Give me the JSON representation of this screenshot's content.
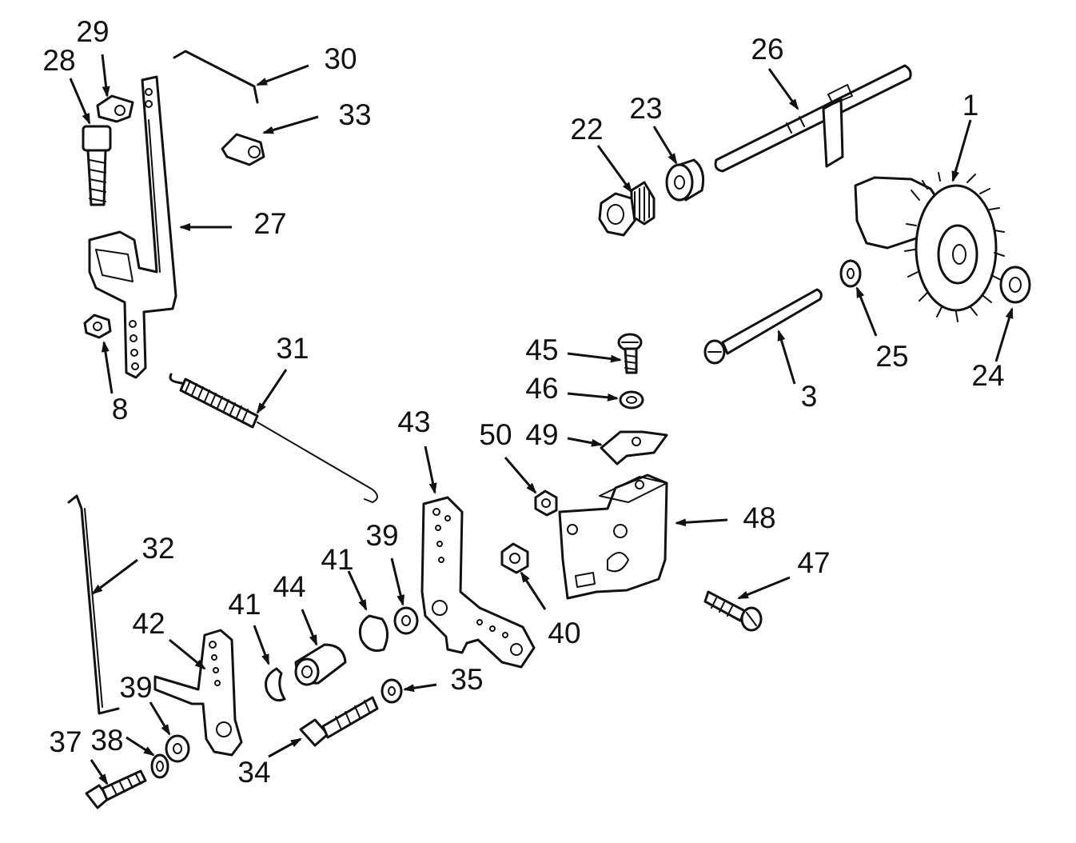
{
  "diagram": {
    "callouts": [
      {
        "id": "p1",
        "text": "1"
      },
      {
        "id": "p3",
        "text": "3"
      },
      {
        "id": "p8",
        "text": "8"
      },
      {
        "id": "p22",
        "text": "22"
      },
      {
        "id": "p23",
        "text": "23"
      },
      {
        "id": "p24",
        "text": "24"
      },
      {
        "id": "p25",
        "text": "25"
      },
      {
        "id": "p26",
        "text": "26"
      },
      {
        "id": "p27",
        "text": "27"
      },
      {
        "id": "p28",
        "text": "28"
      },
      {
        "id": "p29",
        "text": "29"
      },
      {
        "id": "p30",
        "text": "30"
      },
      {
        "id": "p31",
        "text": "31"
      },
      {
        "id": "p32",
        "text": "32"
      },
      {
        "id": "p33",
        "text": "33"
      },
      {
        "id": "p34",
        "text": "34"
      },
      {
        "id": "p35",
        "text": "35"
      },
      {
        "id": "p37",
        "text": "37"
      },
      {
        "id": "p38",
        "text": "38"
      },
      {
        "id": "p39a",
        "text": "39"
      },
      {
        "id": "p39b",
        "text": "39"
      },
      {
        "id": "p40",
        "text": "40"
      },
      {
        "id": "p41a",
        "text": "41"
      },
      {
        "id": "p41b",
        "text": "41"
      },
      {
        "id": "p42",
        "text": "42"
      },
      {
        "id": "p43",
        "text": "43"
      },
      {
        "id": "p44",
        "text": "44"
      },
      {
        "id": "p45",
        "text": "45"
      },
      {
        "id": "p46",
        "text": "46"
      },
      {
        "id": "p47",
        "text": "47"
      },
      {
        "id": "p48",
        "text": "48"
      },
      {
        "id": "p49",
        "text": "49"
      },
      {
        "id": "p50",
        "text": "50"
      }
    ]
  }
}
